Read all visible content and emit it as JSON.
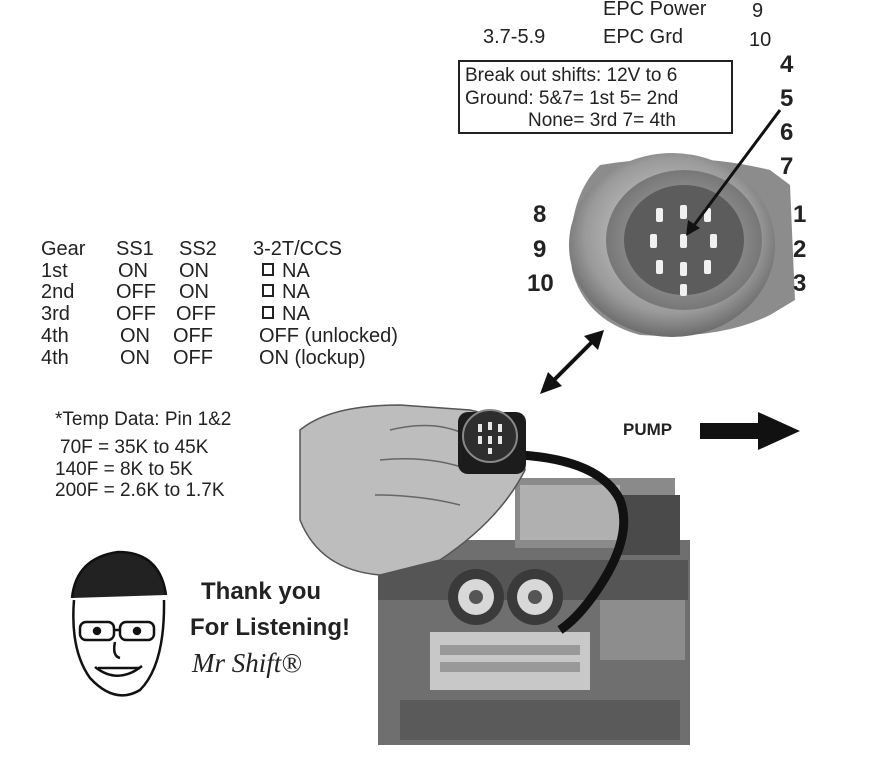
{
  "epc": {
    "power_label": "EPC Power",
    "power_pin": "9",
    "grd_range": "3.7-5.9",
    "grd_label": "EPC Grd",
    "grd_pin": "10"
  },
  "breakout": {
    "line1": "Break out shifts:  12V to 6",
    "line2": "Ground: 5&7= 1st    5= 2nd",
    "line3": "None= 3rd    7= 4th"
  },
  "pins": {
    "right_top": [
      "4",
      "5",
      "6",
      "7"
    ],
    "right_side": [
      "1",
      "2",
      "3"
    ],
    "left_side": [
      "8",
      "9",
      "10"
    ]
  },
  "gear_table": {
    "headers": [
      "Gear",
      "SS1",
      "SS2",
      "3-2T/CCS"
    ],
    "rows": [
      {
        "gear": "1st",
        "ss1": "ON",
        "ss2": "ON",
        "ccs": "NA"
      },
      {
        "gear": "2nd",
        "ss1": "OFF",
        "ss2": "ON",
        "ccs": "NA"
      },
      {
        "gear": "3rd",
        "ss1": "OFF",
        "ss2": "OFF",
        "ccs": "NA"
      },
      {
        "gear": "4th",
        "ss1": "ON",
        "ss2": "OFF",
        "ccs": "OFF (unlocked)"
      },
      {
        "gear": "4th",
        "ss1": "ON",
        "ss2": "OFF",
        "ccs": "ON   (lockup)"
      }
    ]
  },
  "temp": {
    "title": "*Temp Data: Pin 1&2",
    "rows": [
      "70F = 35K to 45K",
      "140F = 8K to 5K",
      "200F = 2.6K to 1.7K"
    ]
  },
  "pump_label": "PUMP",
  "thanks": {
    "line1": "Thank you",
    "line2": "For Listening!",
    "signature": "Mr Shift®"
  },
  "colors": {
    "ink": "#222222",
    "photo_gray": "#7a7a7a"
  }
}
